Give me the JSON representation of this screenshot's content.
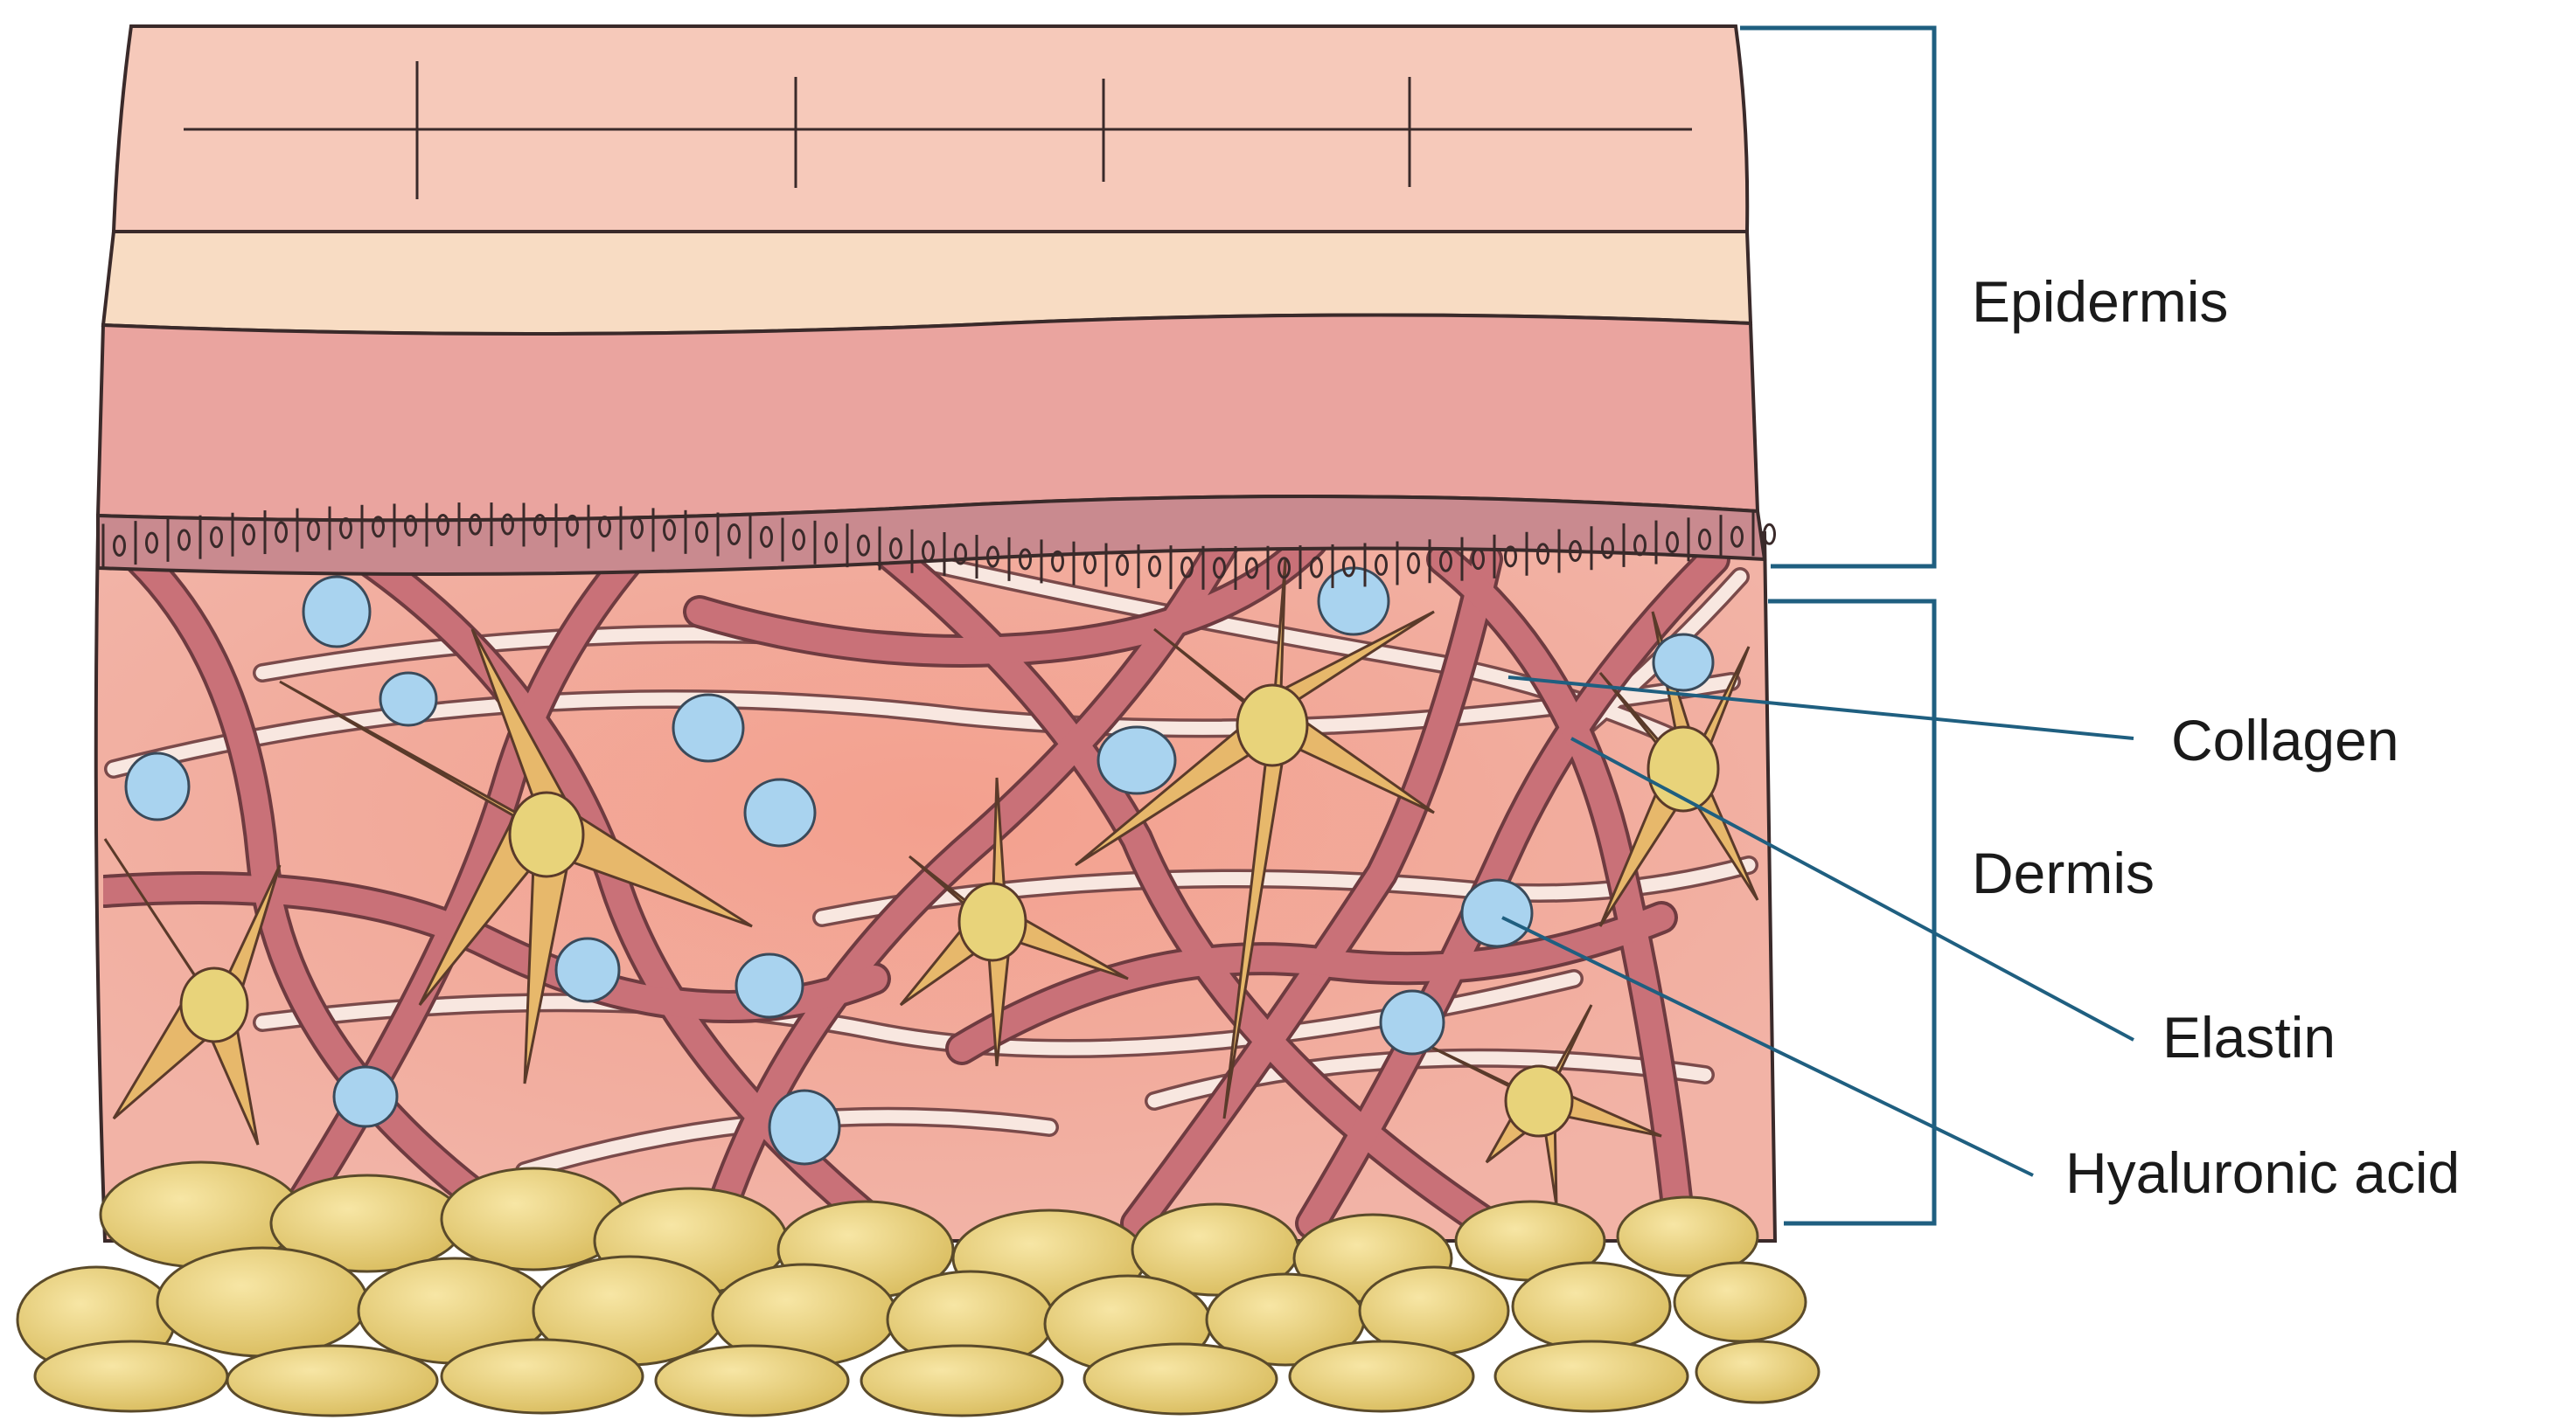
{
  "labels": {
    "epidermis": "Epidermis",
    "dermis": "Dermis",
    "collagen": "Collagen",
    "elastin": "Elastin",
    "hyaluronic": "Hyaluronic acid"
  },
  "colors": {
    "bracket": "#1f5f80",
    "outline": "#3a2a2a",
    "stratum_corneum": "#f6c7b8",
    "stratum_lucidum": "#f7dcc4",
    "stratum_spinosum": "#e9a29d",
    "basal_cells": "#c98a8f",
    "dermis_bg": "#f2b0a4",
    "collagen": "#c9727a",
    "elastin": "#f7e6df",
    "fibroblast": "#e6b86a",
    "fibroblast_nucleus": "#e8d27a",
    "hyaluronic": "#a9d2ef",
    "fat": "#e0c66f"
  }
}
